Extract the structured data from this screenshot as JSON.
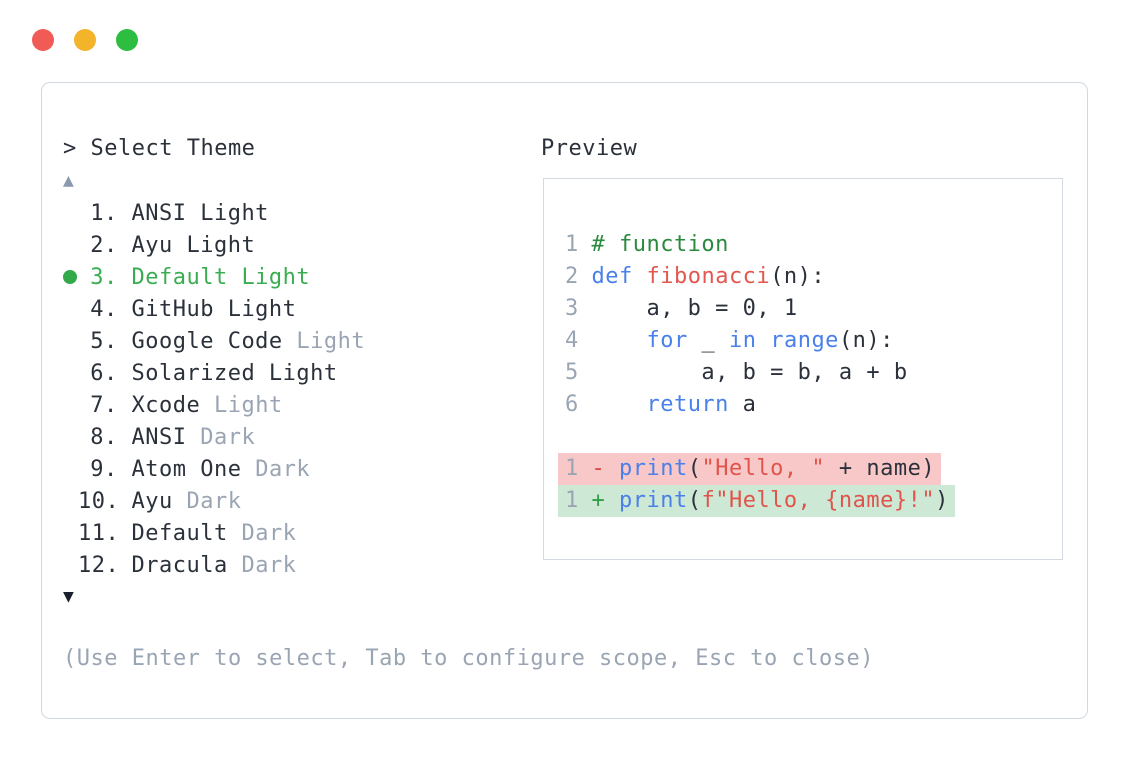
{
  "window": {
    "traffic_lights": [
      {
        "icon": "close-circle-icon",
        "color": "#f15b55"
      },
      {
        "icon": "minimize-circle-icon",
        "color": "#f3b32b"
      },
      {
        "icon": "maximize-circle-icon",
        "color": "#2dbd40"
      }
    ]
  },
  "theme_picker": {
    "prompt": "> Select Theme",
    "scroll_up_indicator": "▲",
    "scroll_down_indicator": "▼",
    "items": [
      {
        "number": "1.",
        "name": "ANSI Light",
        "suffix": "",
        "selected": false
      },
      {
        "number": "2.",
        "name": "Ayu Light",
        "suffix": "",
        "selected": false
      },
      {
        "number": "3.",
        "name": "Default Light",
        "suffix": "",
        "selected": true
      },
      {
        "number": "4.",
        "name": "GitHub Light",
        "suffix": "",
        "selected": false
      },
      {
        "number": "5.",
        "name": "Google Code",
        "suffix": "Light",
        "selected": false
      },
      {
        "number": "6.",
        "name": "Solarized Light",
        "suffix": "",
        "selected": false
      },
      {
        "number": "7.",
        "name": "Xcode",
        "suffix": "Light",
        "selected": false
      },
      {
        "number": "8.",
        "name": "ANSI",
        "suffix": "Dark",
        "selected": false
      },
      {
        "number": "9.",
        "name": "Atom One",
        "suffix": "Dark",
        "selected": false
      },
      {
        "number": "10.",
        "name": "Ayu",
        "suffix": "Dark",
        "selected": false
      },
      {
        "number": "11.",
        "name": "Default",
        "suffix": "Dark",
        "selected": false
      },
      {
        "number": "12.",
        "name": "Dracula",
        "suffix": "Dark",
        "selected": false
      }
    ],
    "help_text": "(Use Enter to select, Tab to configure scope, Esc to close)"
  },
  "preview": {
    "label": "Preview",
    "code_lines": [
      {
        "number": "1",
        "diff": null,
        "tokens": [
          {
            "t": "# function",
            "c": "comment"
          }
        ]
      },
      {
        "number": "2",
        "diff": null,
        "tokens": [
          {
            "t": "def",
            "c": "keyword"
          },
          {
            "t": " ",
            "c": "plain"
          },
          {
            "t": "fibonacci",
            "c": "func"
          },
          {
            "t": "(n):",
            "c": "plain"
          }
        ]
      },
      {
        "number": "3",
        "diff": null,
        "tokens": [
          {
            "t": "    a, b = 0, 1",
            "c": "plain"
          }
        ]
      },
      {
        "number": "4",
        "diff": null,
        "tokens": [
          {
            "t": "    ",
            "c": "plain"
          },
          {
            "t": "for",
            "c": "keyword"
          },
          {
            "t": " _ ",
            "c": "plain"
          },
          {
            "t": "in",
            "c": "keyword"
          },
          {
            "t": " ",
            "c": "plain"
          },
          {
            "t": "range",
            "c": "keyword"
          },
          {
            "t": "(n):",
            "c": "plain"
          }
        ]
      },
      {
        "number": "5",
        "diff": null,
        "tokens": [
          {
            "t": "        a, b = b, a + b",
            "c": "plain"
          }
        ]
      },
      {
        "number": "6",
        "diff": null,
        "tokens": [
          {
            "t": "    ",
            "c": "plain"
          },
          {
            "t": "return",
            "c": "keyword"
          },
          {
            "t": " a",
            "c": "plain"
          }
        ]
      },
      {
        "number": "",
        "diff": null,
        "tokens": []
      },
      {
        "number": "1",
        "diff": "removed",
        "tokens": [
          {
            "t": "-",
            "c": "minus"
          },
          {
            "t": " ",
            "c": "plain"
          },
          {
            "t": "print",
            "c": "keyword"
          },
          {
            "t": "(",
            "c": "plain"
          },
          {
            "t": "\"Hello, \"",
            "c": "string"
          },
          {
            "t": " + name)",
            "c": "plain"
          }
        ]
      },
      {
        "number": "1",
        "diff": "added",
        "tokens": [
          {
            "t": "+",
            "c": "plus"
          },
          {
            "t": " ",
            "c": "plain"
          },
          {
            "t": "print",
            "c": "keyword"
          },
          {
            "t": "(",
            "c": "plain"
          },
          {
            "t": "f\"Hello, {name}!\"",
            "c": "string"
          },
          {
            "t": ")",
            "c": "plain"
          }
        ]
      }
    ]
  },
  "colors": {
    "panel_border": "#d2d8e0",
    "text_dark": "#2b313b",
    "text_muted": "#9aa5b4",
    "selected_green": "#3aad51",
    "keyword_blue": "#4a80ea",
    "string_red": "#e0544b",
    "comment_green": "#2b8a3e",
    "diff_removed_bg": "#f8c7c7",
    "diff_added_bg": "#cde8d5"
  }
}
